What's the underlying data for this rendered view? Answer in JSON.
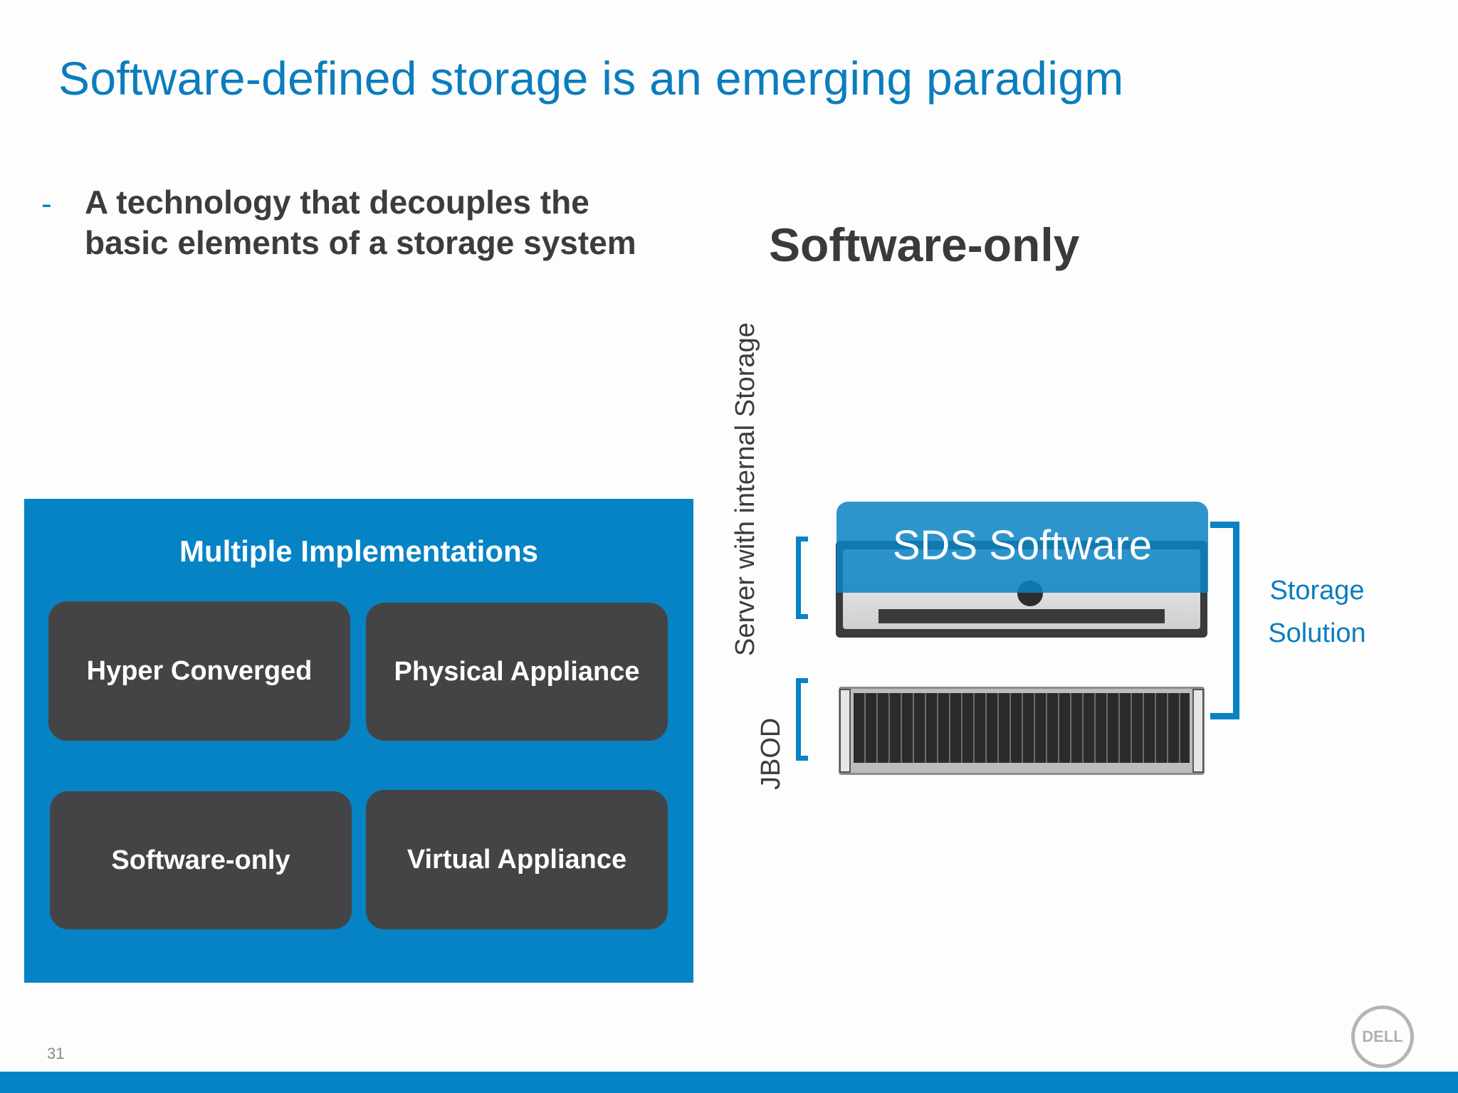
{
  "slide": {
    "title": "Software-defined storage is an emerging paradigm",
    "bullet_marker": "-",
    "bullet_text": "A technology that decouples the basic elements of a storage system",
    "subheading": "Software-only",
    "page_number": "31"
  },
  "implementations": {
    "title": "Multiple Implementations",
    "items": [
      "Hyper Converged",
      "Physical Appliance",
      "Software-only",
      "Virtual Appliance"
    ]
  },
  "diagram": {
    "server_label": "Server with internal Storage",
    "jbod_label": "JBOD",
    "sds_label": "SDS Software",
    "storage_solution_line1": "Storage",
    "storage_solution_line2": "Solution"
  },
  "brand": {
    "logo_text": "DELL",
    "accent_color": "#0683c4",
    "title_color": "#0b7dbe",
    "box_color": "#444446"
  }
}
